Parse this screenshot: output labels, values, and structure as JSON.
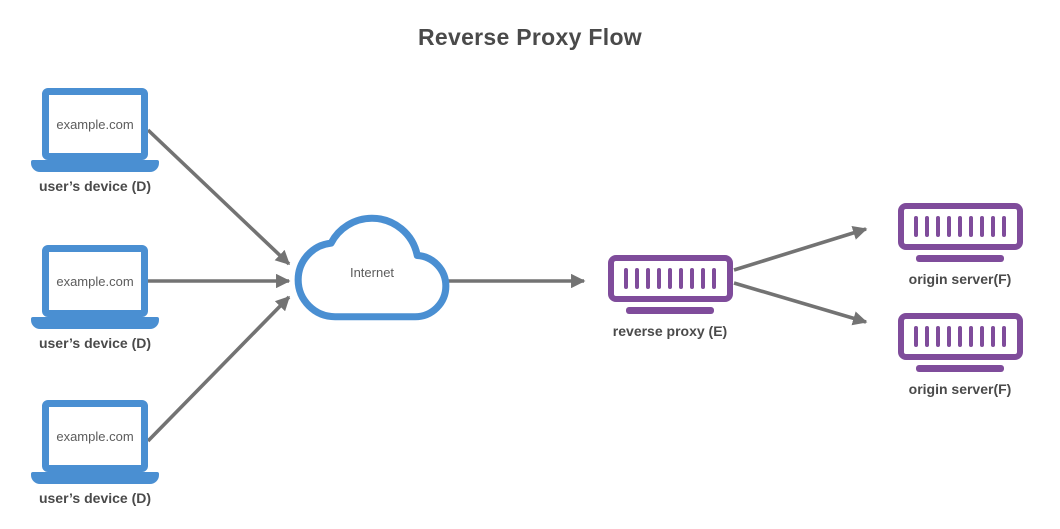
{
  "title": "Reverse Proxy Flow",
  "colors": {
    "device_blue": "#4a8fd2",
    "server_purple": "#7f4c9b",
    "arrow_gray": "#737373",
    "text_dark": "#4a4a4a"
  },
  "devices": [
    {
      "screen_label": "example.com",
      "caption": "user’s device (D)"
    },
    {
      "screen_label": "example.com",
      "caption": "user’s device (D)"
    },
    {
      "screen_label": "example.com",
      "caption": "user’s device (D)"
    }
  ],
  "internet": {
    "label": "Internet"
  },
  "reverse_proxy": {
    "caption": "reverse proxy (E)"
  },
  "origin_servers": [
    {
      "caption": "origin server(F)"
    },
    {
      "caption": "origin server(F)"
    }
  ]
}
